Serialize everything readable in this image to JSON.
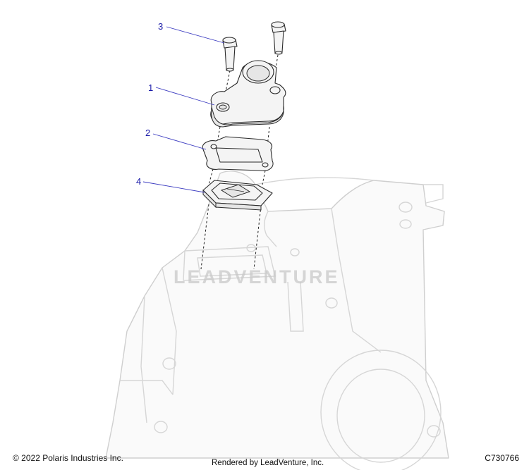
{
  "callouts": [
    {
      "number": "1"
    },
    {
      "number": "2"
    },
    {
      "number": "3"
    },
    {
      "number": "4"
    }
  ],
  "watermark": "LEADVENTURE",
  "footer": {
    "copyright": "© 2022 Polaris Industries Inc.",
    "rendered_by": "Rendered by LeadVenture, Inc.",
    "diagram_code": "C730766"
  },
  "colors": {
    "callout": "#1a1aa8",
    "line": "#2a2a2a",
    "housing": "#d6d6d6"
  }
}
